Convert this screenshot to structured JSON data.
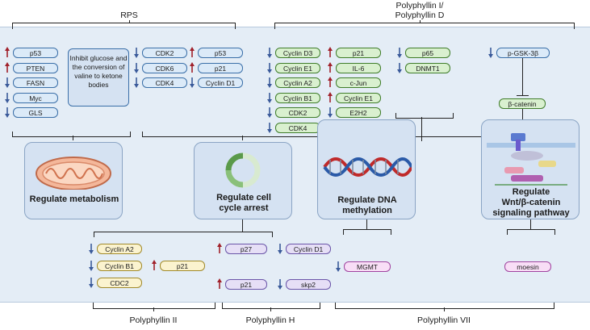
{
  "groups": {
    "rps": "RPS",
    "poly_i_d_line1": "Polyphyllin I/",
    "poly_i_d_line2": "Polyphyllin D",
    "poly_ii": "Polyphyllin II",
    "poly_h": "Polyphyllin H",
    "poly_vii": "Polyphyllin VII"
  },
  "rps": {
    "col1": [
      {
        "label": "p53",
        "dir": "up"
      },
      {
        "label": "PTEN",
        "dir": "up"
      },
      {
        "label": "FASN",
        "dir": "down"
      },
      {
        "label": "Myc",
        "dir": "down"
      },
      {
        "label": "GLS",
        "dir": "down"
      }
    ],
    "note": "Inhibit glucose and the conversion of valine to ketone bodies",
    "col2": [
      {
        "label": "CDK2",
        "dir": "down"
      },
      {
        "label": "CDK6",
        "dir": "down"
      },
      {
        "label": "CDK4",
        "dir": "down"
      }
    ],
    "col3": [
      {
        "label": "p53",
        "dir": "up"
      },
      {
        "label": "p21",
        "dir": "up"
      },
      {
        "label": "Cyclin D1",
        "dir": "down"
      }
    ]
  },
  "poly_id": {
    "col1": [
      {
        "label": "Cyclin D3",
        "dir": "down"
      },
      {
        "label": "Cyclin E1",
        "dir": "down"
      },
      {
        "label": "Cyclin A2",
        "dir": "down"
      },
      {
        "label": "Cyclin B1",
        "dir": "down"
      },
      {
        "label": "CDK2",
        "dir": "down"
      },
      {
        "label": "CDK4",
        "dir": "down"
      }
    ],
    "col2": [
      {
        "label": "p21",
        "dir": "up"
      },
      {
        "label": "IL-6",
        "dir": "up"
      },
      {
        "label": "c-Jun",
        "dir": "up"
      },
      {
        "label": "Cyclin E1",
        "dir": "up"
      },
      {
        "label": "E2H2",
        "dir": "down"
      }
    ],
    "col3": [
      {
        "label": "p65",
        "dir": "down"
      },
      {
        "label": "DNMT1",
        "dir": "down"
      }
    ],
    "col4_top": {
      "label": "p-GSK-3β",
      "dir": "down"
    },
    "col4_bottom": "β-catenin"
  },
  "functions": {
    "metabolism": "Regulate metabolism",
    "cell_cycle_line1": "Regulate cell",
    "cell_cycle_line2": "cycle arrest",
    "dna_line1": "Regulate DNA",
    "dna_line2": "methylation",
    "wnt_line1": "Regulate",
    "wnt_line2": "Wnt/β-catenin",
    "wnt_line3": "signaling pathway"
  },
  "poly_ii": {
    "col1": [
      {
        "label": "Cyclin A2",
        "dir": "down"
      },
      {
        "label": "Cyclin B1",
        "dir": "down"
      },
      {
        "label": "CDC2",
        "dir": "down"
      }
    ],
    "col2": [
      {
        "label": "p21",
        "dir": "up"
      }
    ]
  },
  "poly_h": {
    "col1": [
      {
        "label": "p27",
        "dir": "up"
      },
      {
        "label": "p21",
        "dir": "up"
      }
    ],
    "col2": [
      {
        "label": "Cyclin D1",
        "dir": "down"
      },
      {
        "label": "skp2",
        "dir": "down"
      }
    ]
  },
  "poly_vii": {
    "items": [
      {
        "label": "MGMT",
        "dir": "down"
      },
      {
        "label": "moesin",
        "dir": "none"
      }
    ]
  },
  "colors": {
    "up": "#a0202a",
    "down": "#3a5a9a"
  }
}
